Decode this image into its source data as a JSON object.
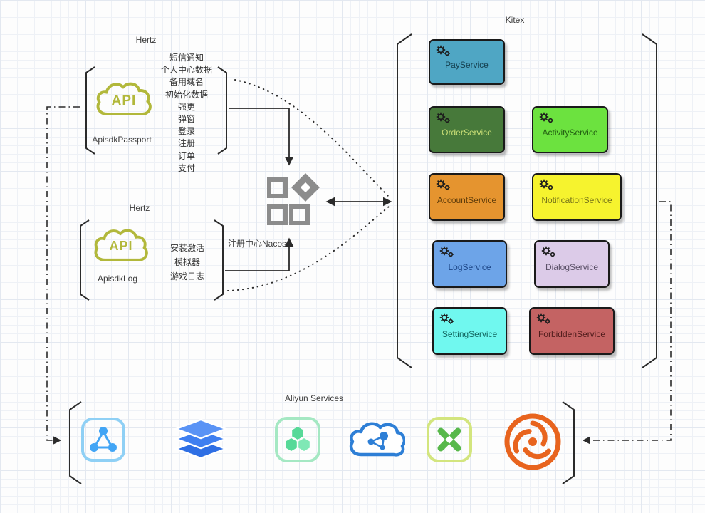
{
  "diagram": {
    "hertz_passport": {
      "group_label": "Hertz",
      "api_badge": "API",
      "service_name": "ApisdkPassport",
      "features": [
        "短信通知",
        "个人中心数据",
        "备用域名",
        "初始化数据",
        "强更",
        "弹窗",
        "登录",
        "注册",
        "订单",
        "支付"
      ]
    },
    "hertz_log": {
      "group_label": "Hertz",
      "api_badge": "API",
      "service_name": "ApisdkLog",
      "features": [
        "安装激活",
        "模拟器",
        "游戏日志"
      ]
    },
    "registry": {
      "label": "注册中心Nacos",
      "icon": "nacos-icon",
      "icon_color": "#8c8c8c"
    },
    "kitex": {
      "group_label": "Kitex",
      "services": [
        {
          "name": "PayService",
          "bg": "#4fa6c4",
          "fg": "#15404f"
        },
        {
          "name": "OrderService",
          "bg": "#47793a",
          "fg": "#c9de76"
        },
        {
          "name": "ActivityService",
          "bg": "#6ce23f",
          "fg": "#236112"
        },
        {
          "name": "AccountService",
          "bg": "#e5942f",
          "fg": "#5f3c0a"
        },
        {
          "name": "NotificationService",
          "bg": "#f6f32e",
          "fg": "#77741a"
        },
        {
          "name": "LogService",
          "bg": "#6da4e8",
          "fg": "#1d4687"
        },
        {
          "name": "DialogService",
          "bg": "#dccbe8",
          "fg": "#5b5168"
        },
        {
          "name": "SettingService",
          "bg": "#70f8ef",
          "fg": "#136760"
        },
        {
          "name": "ForbiddenService",
          "bg": "#c46363",
          "fg": "#501c1c"
        }
      ]
    },
    "aliyun": {
      "group_label": "Aliyun Services",
      "icons": [
        {
          "name": "network-share-icon",
          "color": "#42a5f5"
        },
        {
          "name": "layer-stack-icon",
          "color": "#3f7ff0"
        },
        {
          "name": "hexagon-cluster-icon",
          "color": "#57d998"
        },
        {
          "name": "cloud-network-icon",
          "color": "#2e7fd6"
        },
        {
          "name": "cross-node-icon",
          "color": "#58b84b"
        },
        {
          "name": "vortex-icon",
          "color": "#e8641e"
        }
      ]
    },
    "colors": {
      "api_accent": "#b2b83b",
      "connector": "#2b2b2b",
      "grid_minor": "#eef1f6",
      "grid_major": "#e3e8f0"
    }
  }
}
